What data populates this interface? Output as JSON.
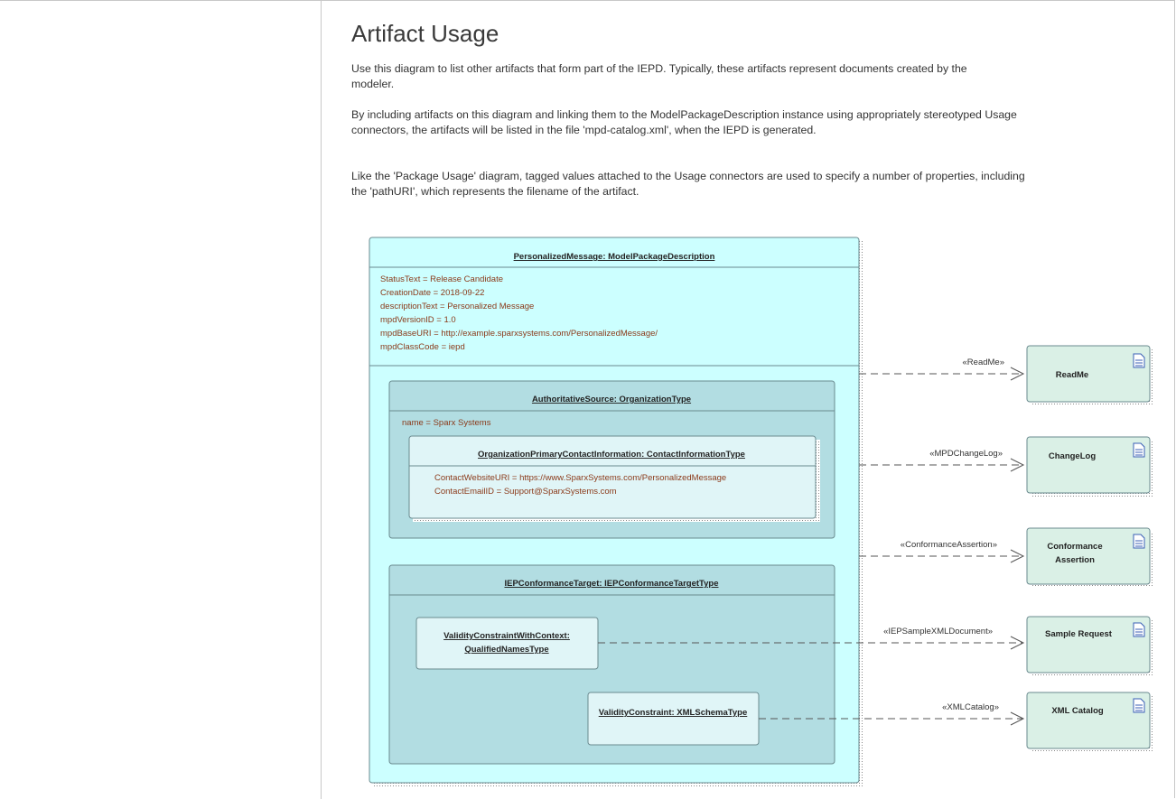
{
  "page": {
    "title": "Artifact Usage",
    "paragraphs": [
      "Use this diagram to list other artifacts that form part of the IEPD.  Typically, these artifacts represent documents created by the modeler.",
      "By including artifacts on this diagram and linking them to the ModelPackageDescription instance using appropriately stereotyped Usage connectors, the artifacts will be listed in the file 'mpd-catalog.xml', when the IEPD is generated.",
      "Like the 'Package Usage' diagram, tagged values attached to the Usage connectors are used to specify a number of properties, including the 'pathURI', which represents the filename of the artifact."
    ]
  },
  "diagram": {
    "main": {
      "title": "PersonalizedMessage: ModelPackageDescription",
      "attributes": [
        "StatusText = Release Candidate",
        "CreationDate = 2018-09-22",
        "descriptionText = Personalized Message",
        "mpdVersionID = 1.0",
        "mpdBaseURI = http://example.sparxsystems.com/PersonalizedMessage/",
        "mpdClassCode = iepd"
      ]
    },
    "authoritative": {
      "title": "AuthoritativeSource: OrganizationType",
      "attributes": [
        "name = Sparx Systems"
      ]
    },
    "contact": {
      "title": "OrganizationPrimaryContactInformation: ContactInformationType",
      "attributes": [
        "ContactWebsiteURI = https://www.SparxSystems.com/PersonalizedMessage",
        "ContactEmailID = Support@SparxSystems.com"
      ]
    },
    "conformance": {
      "title": "IEPConformanceTarget: IEPConformanceTargetType"
    },
    "validity_context": {
      "title_lines": [
        "ValidityConstraintWithContext:",
        "QualifiedNamesType"
      ]
    },
    "validity": {
      "title": "ValidityConstraint: XMLSchemaType"
    },
    "artifacts": [
      {
        "id": "readme",
        "lines": [
          "ReadMe"
        ],
        "stereotype": "«ReadMe»"
      },
      {
        "id": "changelog",
        "lines": [
          "ChangeLog"
        ],
        "stereotype": "«MPDChangeLog»"
      },
      {
        "id": "conformance-assertion",
        "lines": [
          "Conformance",
          "Assertion"
        ],
        "stereotype": "«ConformanceAssertion»"
      },
      {
        "id": "sample-request",
        "lines": [
          "Sample Request"
        ],
        "stereotype": "«IEPSampleXMLDocument»"
      },
      {
        "id": "xml-catalog",
        "lines": [
          "XML Catalog"
        ],
        "stereotype": "«XMLCatalog»"
      }
    ],
    "colors": {
      "main_fill": "#ccffff",
      "inner_fill": "#b2dde2",
      "node_fill": "#e0f5f7",
      "artifact_fill": "#daf0e6",
      "text_attr": "#8b3a1a",
      "border": "#6a8a8f",
      "artifact_icon": "#3b5fb5"
    }
  }
}
